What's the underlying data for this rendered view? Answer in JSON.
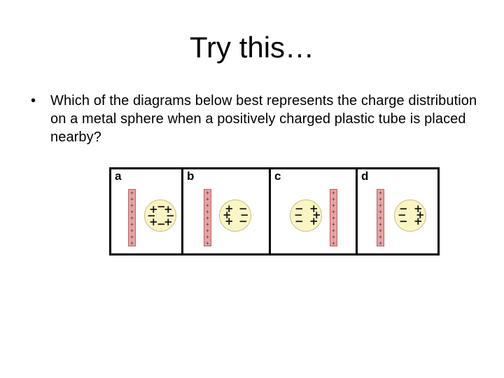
{
  "slide": {
    "title": "Try this…",
    "bullet_symbol": "•",
    "question": "Which of the diagrams below best represents the charge distribution on a metal sphere when a positively charged plastic tube is placed nearby?"
  },
  "figure": {
    "tube_charge_symbol": "+",
    "panels": [
      {
        "label": "a",
        "tube_side": "left",
        "sphere_charges": [
          "+",
          "−",
          "+",
          "−",
          "−",
          "+",
          "−",
          "+"
        ]
      },
      {
        "label": "b",
        "tube_side": "left",
        "sphere_charges": [
          "+",
          "−",
          "+",
          "−",
          "+",
          "−"
        ]
      },
      {
        "label": "c",
        "tube_side": "right",
        "sphere_charges": [
          "−",
          "+",
          "−",
          "+",
          "−",
          "+"
        ]
      },
      {
        "label": "d",
        "tube_side": "left",
        "sphere_charges": [
          "−",
          "+",
          "−",
          "+",
          "−",
          "+"
        ]
      }
    ],
    "colors": {
      "tube": "#e8a1a1",
      "sphere": "#fbf5c4",
      "border": "#000000"
    }
  }
}
